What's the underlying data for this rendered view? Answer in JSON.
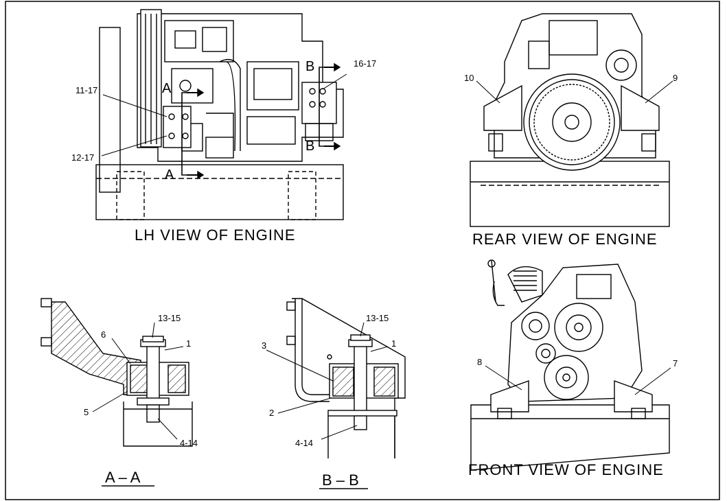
{
  "views": {
    "lh_title": "LH VIEW OF ENGINE",
    "rear_title": "REAR VIEW OF ENGINE",
    "front_title": "FRONT VIEW OF ENGINE"
  },
  "sections": {
    "aa_title": "A – A",
    "bb_title": "B – B"
  },
  "cut_markers": {
    "a_top": "A",
    "a_bottom": "A",
    "b_top": "B",
    "b_bottom": "B"
  },
  "callouts": {
    "lh_11_17": "11-17",
    "lh_12_17": "12-17",
    "lh_16_17": "16-17",
    "rear_10": "10",
    "rear_9": "9",
    "front_8": "8",
    "front_7": "7",
    "aa_13_15": "13-15",
    "aa_1": "1",
    "aa_6": "6",
    "aa_5": "5",
    "aa_4_14": "4-14",
    "bb_13_15": "13-15",
    "bb_1": "1",
    "bb_3": "3",
    "bb_2": "2",
    "bb_4_14": "4-14"
  }
}
